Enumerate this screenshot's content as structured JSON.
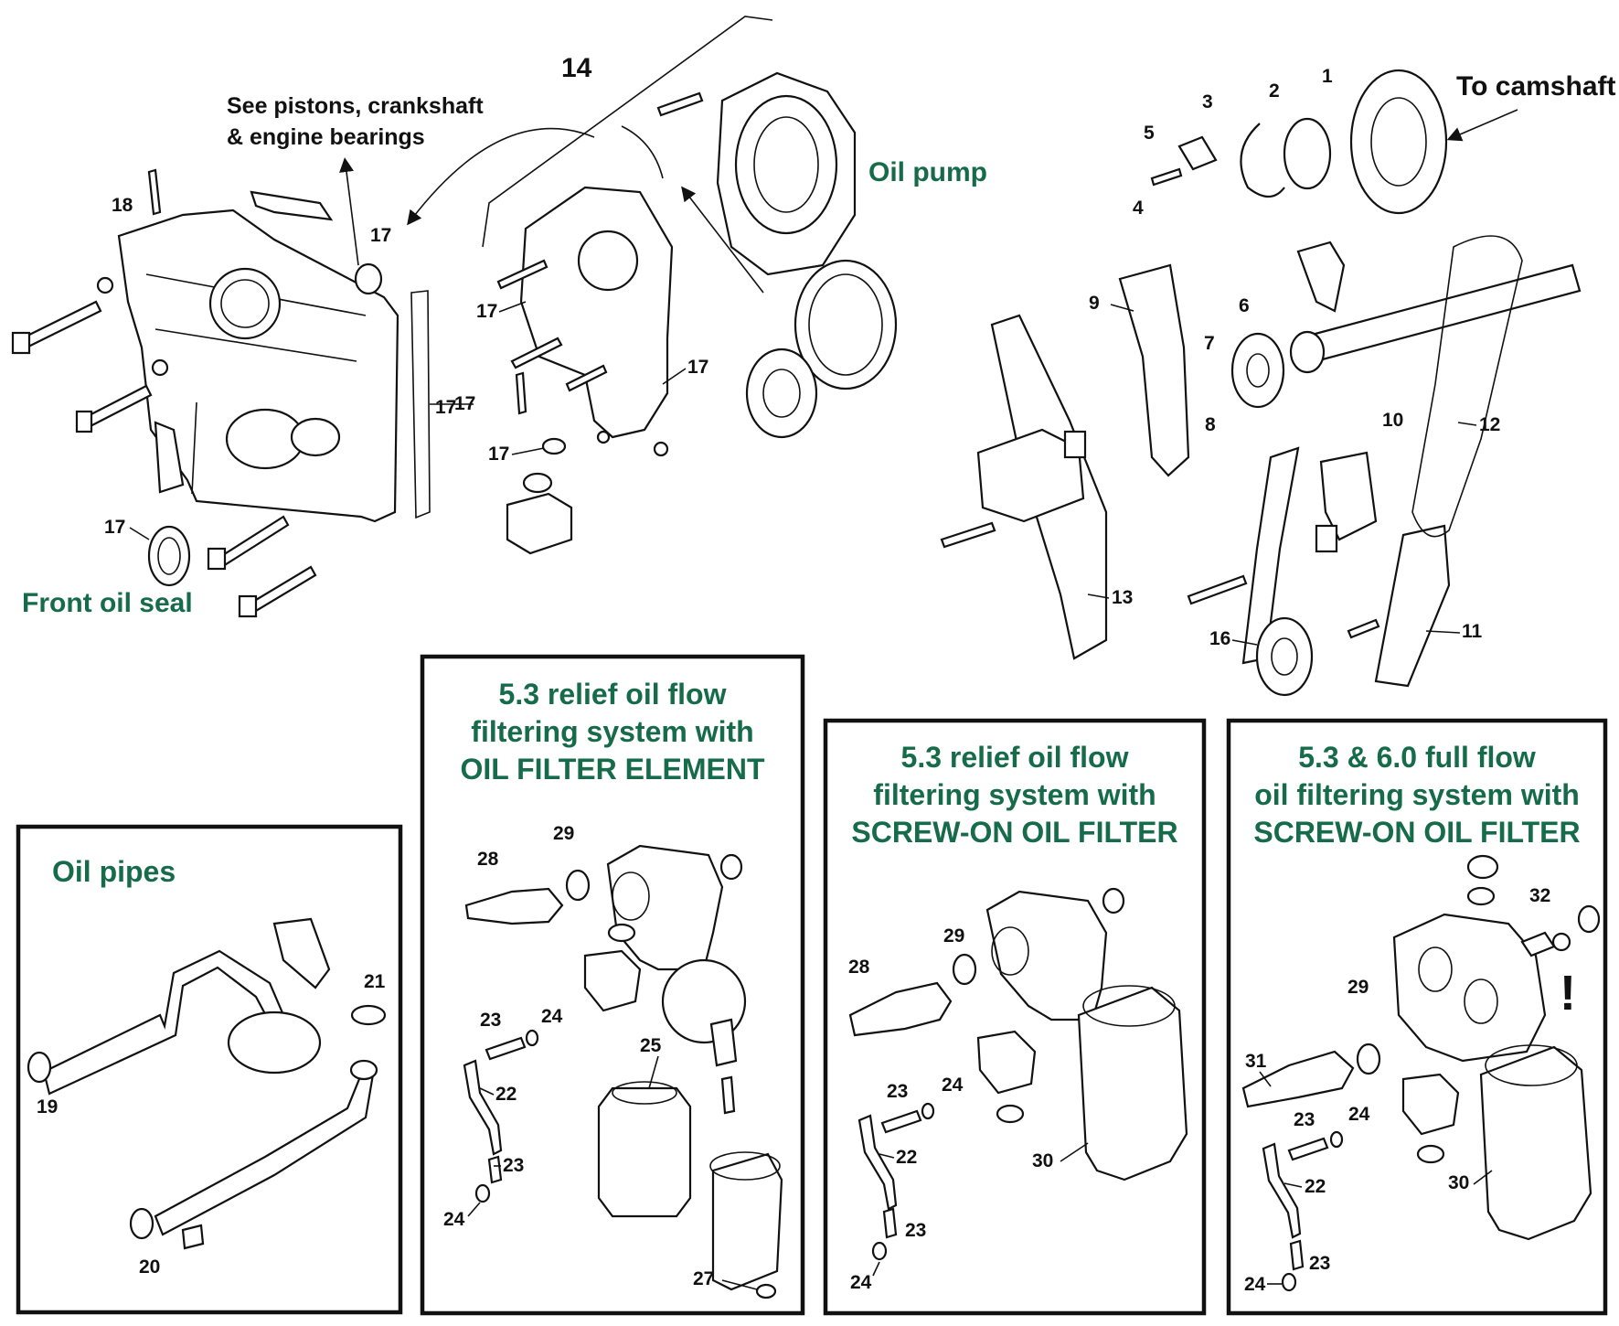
{
  "colors": {
    "green": "#166b4a",
    "ink": "#111111",
    "background": "#ffffff"
  },
  "labels": {
    "see_pistons_line1": "See pistons, crankshaft",
    "see_pistons_line2": "& engine bearings",
    "oil_pump": "Oil pump",
    "to_camshaft": "To camshaft",
    "front_oil_seal": "Front oil seal",
    "exclamation": "!"
  },
  "panels": {
    "oil_pipes": {
      "title": "Oil pipes"
    },
    "relief_element": {
      "title_line1": "5.3 relief oil flow",
      "title_line2": "filtering system with",
      "title_line3": "OIL FILTER ELEMENT"
    },
    "relief_screw": {
      "title_line1": "5.3 relief oil flow",
      "title_line2": "filtering system with",
      "title_line3": "SCREW-ON OIL FILTER"
    },
    "full_flow": {
      "title_line1": "5.3 & 6.0 full flow",
      "title_line2": "oil filtering system with",
      "title_line3": "SCREW-ON OIL FILTER"
    }
  },
  "callouts": {
    "c1": "1",
    "c2": "2",
    "c3": "3",
    "c4": "4",
    "c5": "5",
    "c6": "6",
    "c7": "7",
    "c8": "8",
    "c9": "9",
    "c10": "10",
    "c11": "11",
    "c12": "12",
    "c13": "13",
    "c14": "14",
    "c16": "16",
    "c17": "17",
    "c18": "18",
    "c19": "19",
    "c20": "20",
    "c21": "21",
    "c22": "22",
    "c23": "23",
    "c24": "24",
    "c25": "25",
    "c27": "27",
    "c28": "28",
    "c29": "29",
    "c30": "30",
    "c31": "31",
    "c32": "32"
  }
}
